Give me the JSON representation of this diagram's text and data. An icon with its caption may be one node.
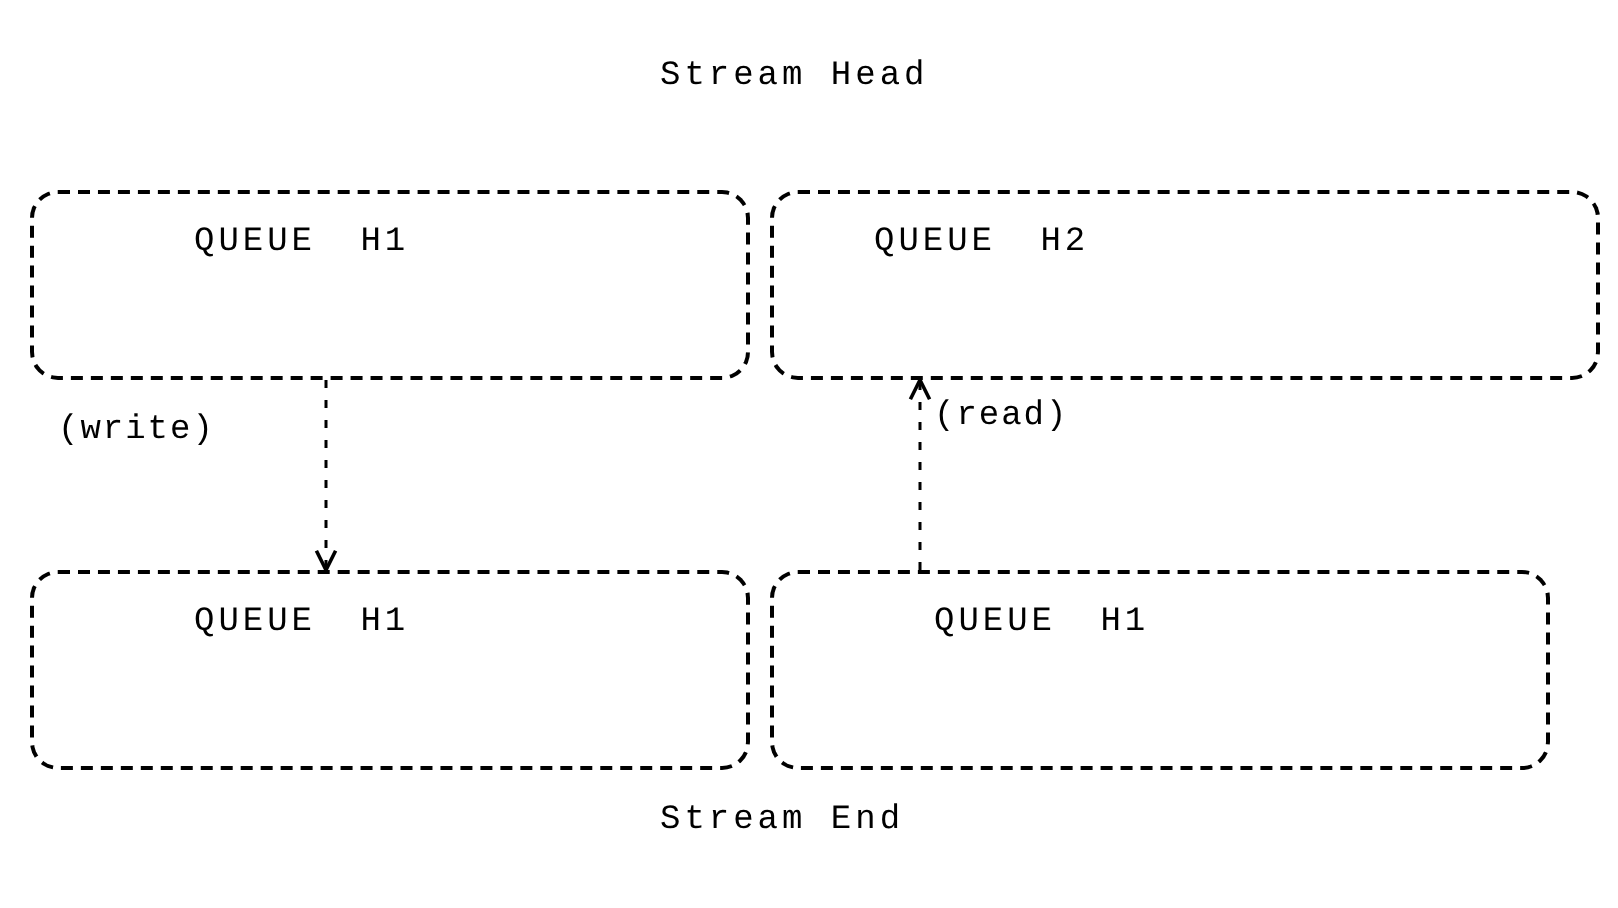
{
  "diagram": {
    "title": "Stream Head",
    "nodes": [
      {
        "text": [
          "QUEUE H1"
        ]
      },
      {
        "text": [
          "QUEUE H2"
        ]
      },
      {
        "text": [
          "QUEUE H1"
        ]
      },
      {
        "text": [
          "QUEUE H1"
        ]
      }
    ],
    "edges": [
      {
        "from": 0,
        "to": 2,
        "arrow": "to",
        "label": "(write)",
        "style": "dashed"
      },
      {
        "from": 3,
        "to": 1,
        "arrow": "to",
        "label": "(read)",
        "style": "dashed"
      }
    ],
    "labels": [
      "Stream End"
    ]
  }
}
